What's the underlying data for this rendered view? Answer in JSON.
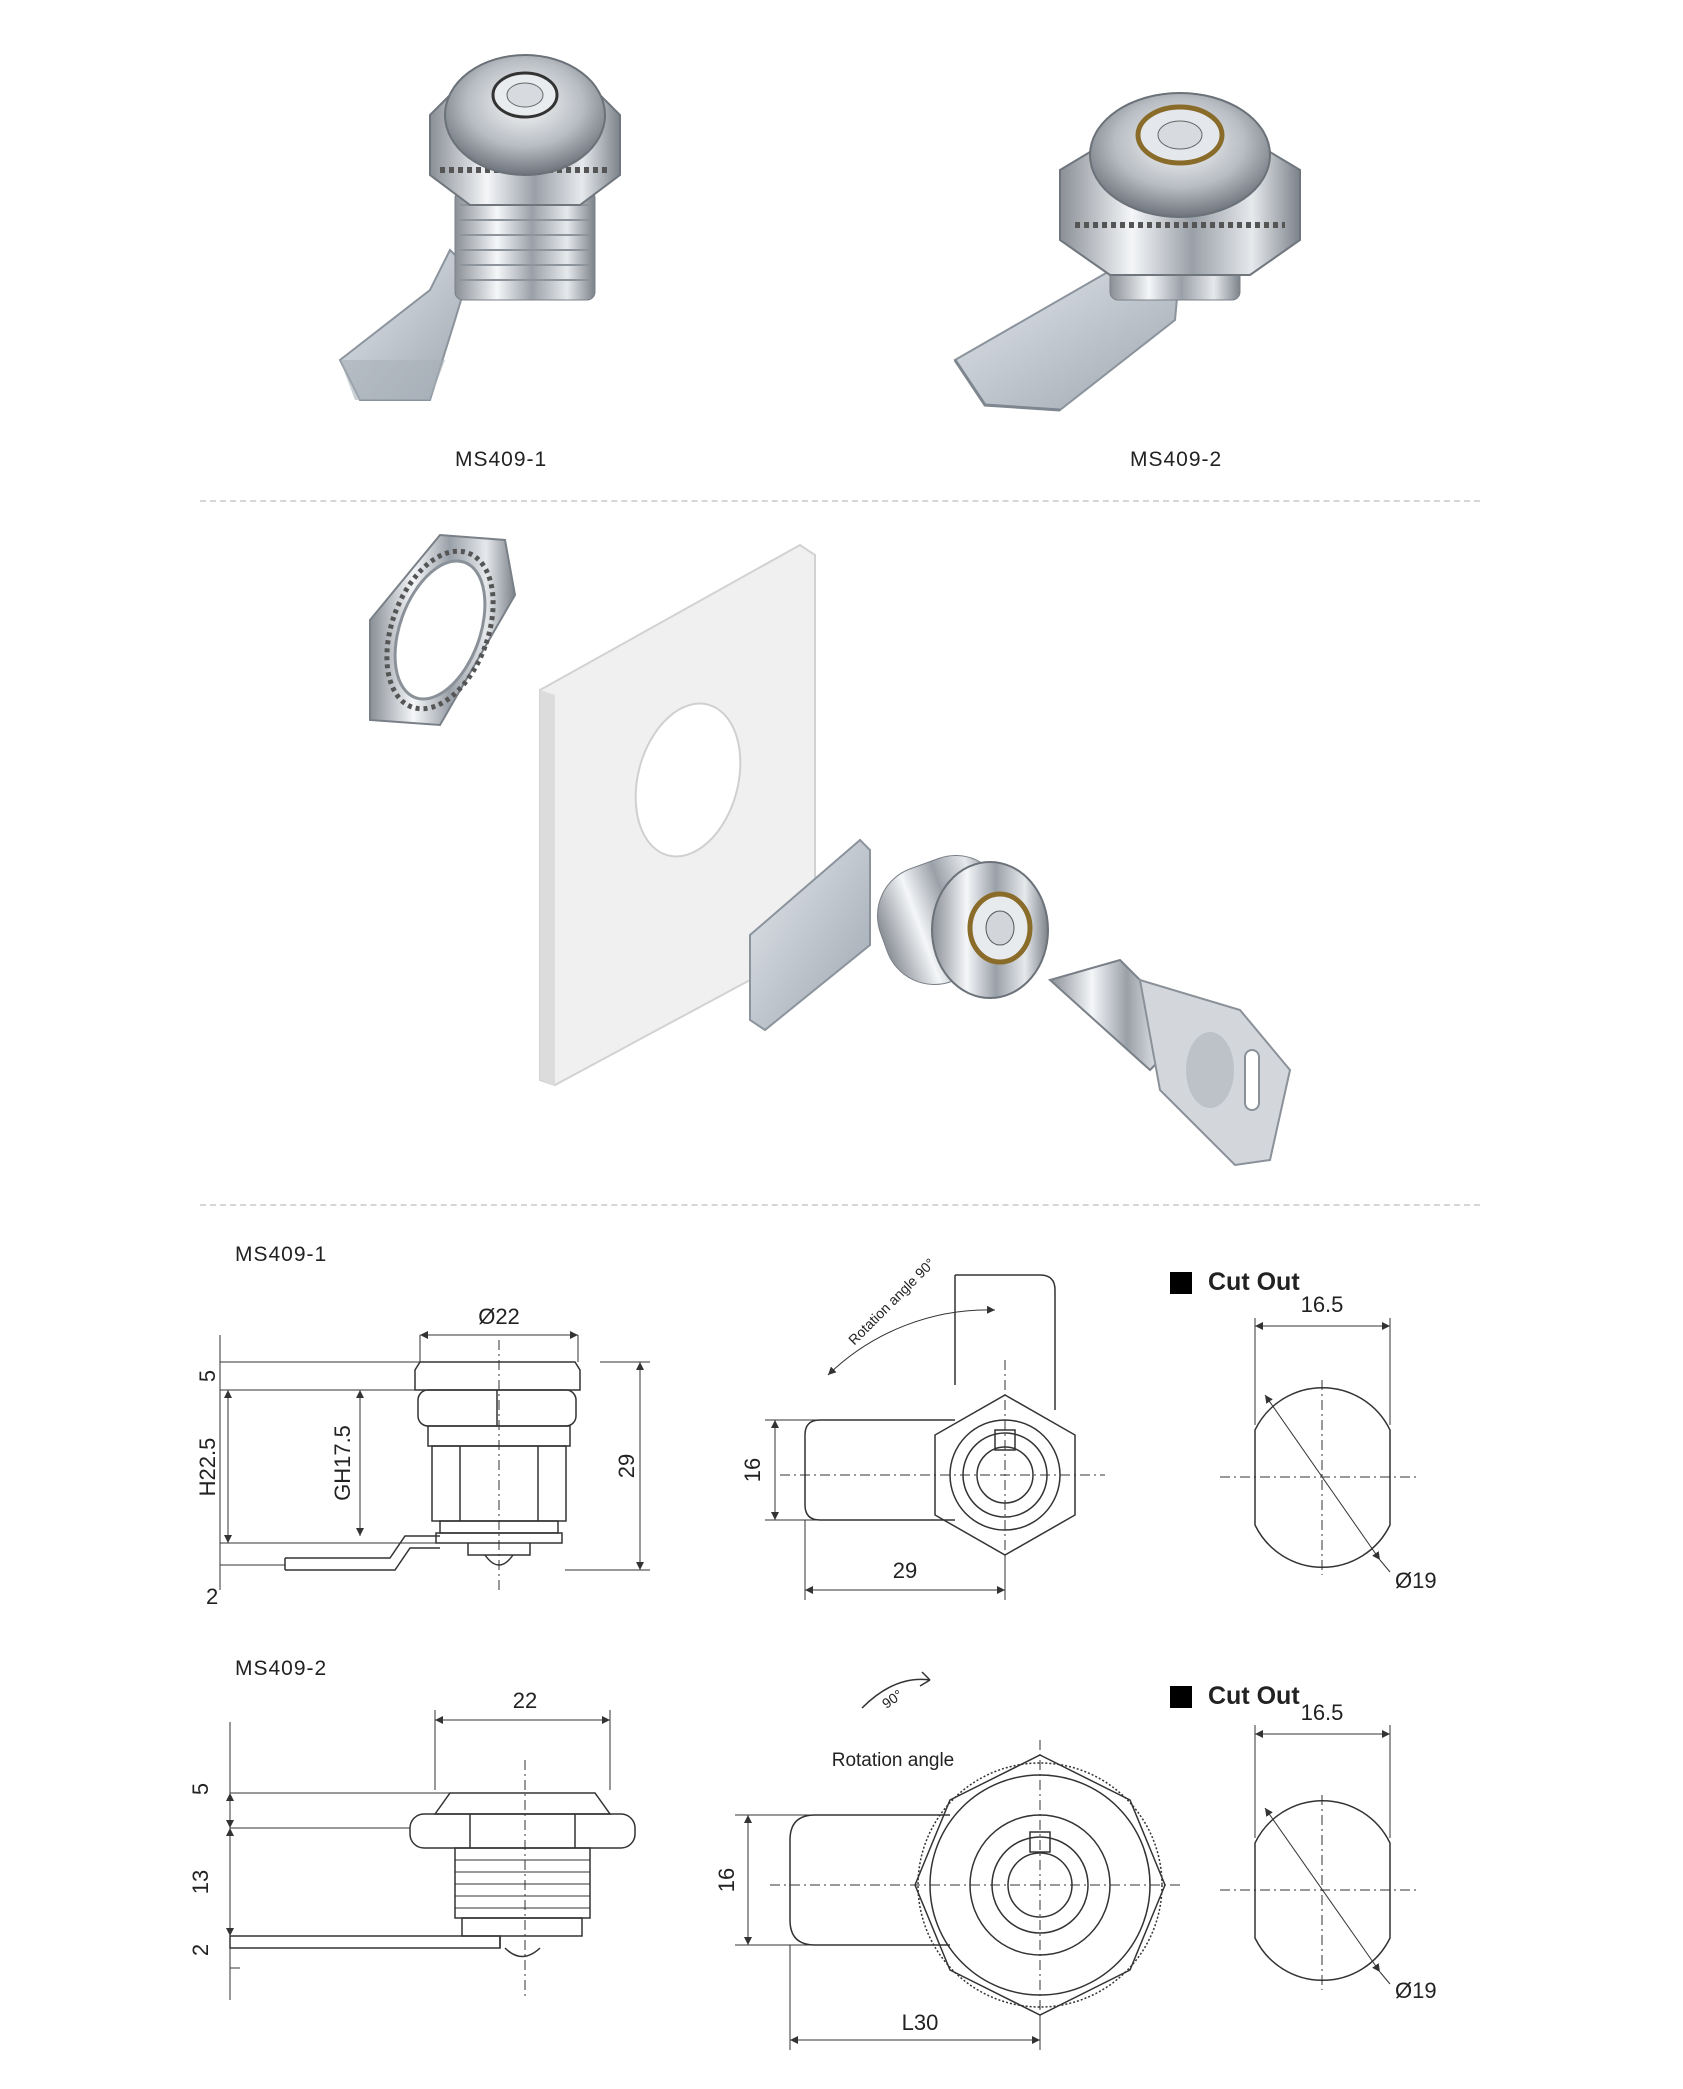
{
  "products": [
    {
      "caption": "MS409-1"
    },
    {
      "caption": "MS409-2"
    }
  ],
  "drawings": [
    {
      "title": "MS409-1",
      "side_view": {
        "diameter": "Ø22",
        "top": "5",
        "height": "H22.5",
        "thread": "GH17.5",
        "overall": "29",
        "bottom": "2"
      },
      "front_view": {
        "rotation": "Rotation angle 90°",
        "width": "16",
        "length": "29"
      },
      "cut_out": {
        "label": "Cut Out",
        "flat": "16.5",
        "diameter": "Ø19"
      }
    },
    {
      "title": "MS409-2",
      "side_view": {
        "diameter": "22",
        "top": "5",
        "height": "13",
        "bottom": "2"
      },
      "front_view": {
        "rotation_deg": "90°",
        "rotation": "Rotation angle",
        "width": "16",
        "length": "L30"
      },
      "cut_out": {
        "label": "Cut Out",
        "flat": "16.5",
        "diameter": "Ø19"
      }
    }
  ],
  "colors": {
    "line": "#333333",
    "divider": "#d6d6d6",
    "metal": "#c9ccd1",
    "panel": "#eeeeee"
  }
}
